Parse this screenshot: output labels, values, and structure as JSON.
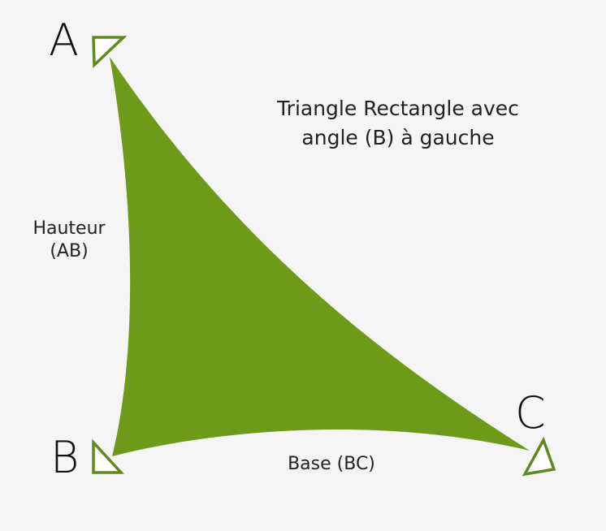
{
  "diagram": {
    "title_line1": "Triangle Rectangle avec",
    "title_line2": "angle (B) à gauche",
    "vertices": {
      "a": "A",
      "b": "B",
      "c": "C"
    },
    "height_label_line1": "Hauteur",
    "height_label_line2": "(AB)",
    "base_label": "Base (BC)"
  },
  "colors": {
    "sail_fill": "#6e9a1a",
    "bracket_stroke": "#5f8a1e",
    "bracket_fill": "#ffffff",
    "background": "#f5f5f5",
    "text": "#111111"
  }
}
